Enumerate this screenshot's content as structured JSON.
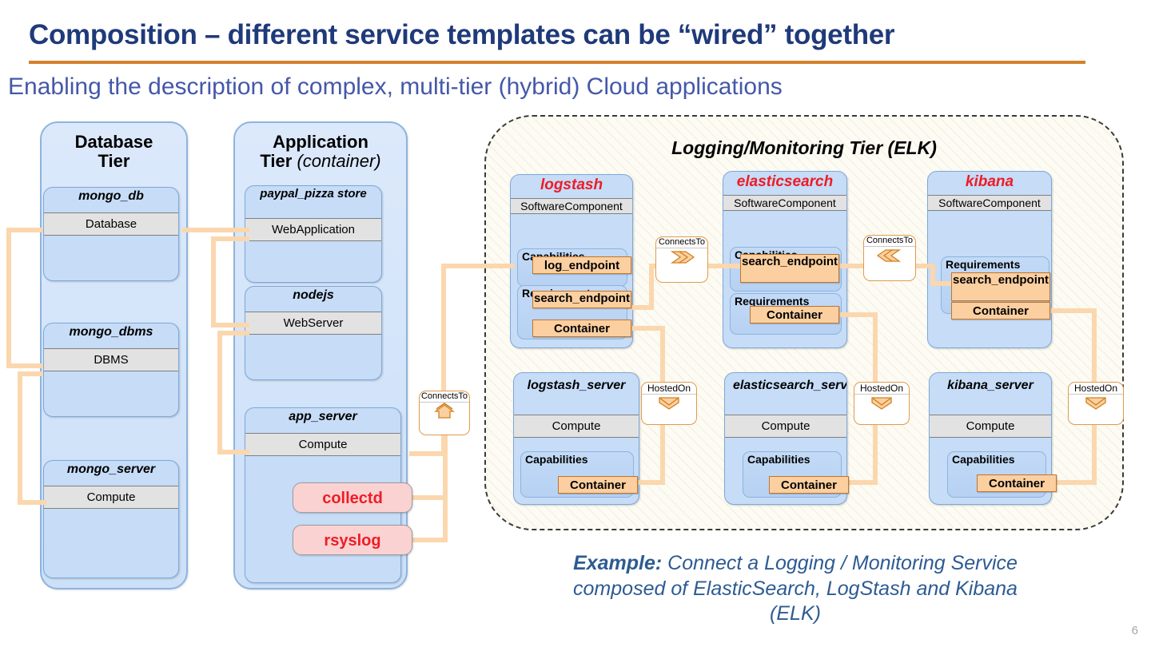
{
  "header": {
    "title": "Composition – different service templates can be “wired” together",
    "subtitle": "Enabling the description of complex, multi-tier (hybrid) Cloud applications",
    "rule_color": "#D4812B",
    "title_color": "#1F3A7A",
    "subtitle_color": "#4558A8"
  },
  "tiers": {
    "database": {
      "title_line1": "Database",
      "title_line2": "Tier",
      "nodes": [
        {
          "name": "mongo_db",
          "type": "Database"
        },
        {
          "name": "mongo_dbms",
          "type": "DBMS"
        },
        {
          "name": "mongo_server",
          "type": "Compute"
        }
      ]
    },
    "application": {
      "title_line1": "Application",
      "title_line2": "Tier",
      "title_suffix": "(container)",
      "nodes": [
        {
          "name": "paypal_pizza store",
          "type": "WebApplication"
        },
        {
          "name": "nodejs",
          "type": "WebServer"
        },
        {
          "name": "app_server",
          "type": "Compute",
          "pills": [
            "collectd",
            "rsyslog"
          ]
        }
      ]
    },
    "elk": {
      "title": "Logging/Monitoring Tier (ELK)",
      "components": [
        {
          "name": "logstash",
          "type": "SoftwareComponent",
          "capabilities_label": "Capabilities",
          "capabilities": [
            "log_endpoint"
          ],
          "requirements_label": "Requirements",
          "requirements": [
            "search_endpoint",
            "Container"
          ]
        },
        {
          "name": "elasticsearch",
          "type": "SoftwareComponent",
          "capabilities_label": "Capabilities",
          "capabilities": [
            "search_endpoint"
          ],
          "requirements_label": "Requirements",
          "requirements": [
            "Container"
          ]
        },
        {
          "name": "kibana",
          "type": "SoftwareComponent",
          "requirements_label": "Requirements",
          "requirements": [
            "search_endpoint",
            "Container"
          ]
        }
      ],
      "servers": [
        {
          "name": "logstash_server",
          "type": "Compute",
          "capabilities_label": "Capabilities",
          "capabilities": [
            "Container"
          ]
        },
        {
          "name": "elasticsearch_server",
          "type": "Compute",
          "capabilities_label": "Capabilities",
          "capabilities": [
            "Container"
          ]
        },
        {
          "name": "kibana_server",
          "type": "Compute",
          "capabilities_label": "Capabilities",
          "capabilities": [
            "Container"
          ]
        }
      ]
    }
  },
  "relationships": [
    {
      "id": "connectsto-app",
      "label": "ConnectsTo",
      "icon": "chevron-up-icon"
    },
    {
      "id": "connectsto-logstash-elasticsearch",
      "label": "ConnectsTo",
      "icon": "chevron-right-icon"
    },
    {
      "id": "connectsto-kibana-elasticsearch",
      "label": "ConnectsTo",
      "icon": "chevron-left-icon"
    },
    {
      "id": "hostedon-logstash",
      "label": "HostedOn",
      "icon": "chevron-down-icon"
    },
    {
      "id": "hostedon-elasticsearch",
      "label": "HostedOn",
      "icon": "chevron-down-icon"
    },
    {
      "id": "hostedon-kibana",
      "label": "HostedOn",
      "icon": "chevron-down-icon"
    }
  ],
  "footer": {
    "example_prefix": "Example:",
    "example_line1": " Connect a Logging / Monitoring Service",
    "example_line2": "composed of ElasticSearch, LogStash and Kibana",
    "example_line3": "(ELK)",
    "page_number": "6"
  },
  "colors": {
    "node_fill": "#C6DCF7",
    "node_border": "#7FA8D8",
    "type_fill": "#E2E2E2",
    "chip_fill": "#FBCFA0",
    "chip_border": "#C0762B",
    "pill_fill": "#FBD2D2",
    "pill_text": "#EE1C25",
    "wire": "#FBD7AE",
    "relationship_border": "#E09B4E"
  }
}
